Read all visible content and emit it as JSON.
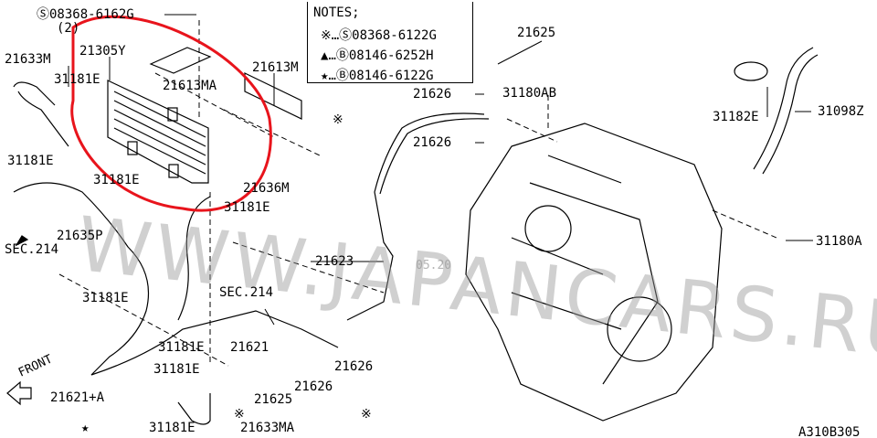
{
  "watermark": {
    "text": "WWW.JAPANCARS.RU",
    "date_fragment": "05.20"
  },
  "notes": {
    "title": "NOTES;",
    "items": [
      {
        "symbol": "※",
        "text": "…Ⓢ08368-6122G"
      },
      {
        "symbol": "▲",
        "text": "…Ⓑ08146-6252H"
      },
      {
        "symbol": "★",
        "text": "…Ⓑ08146-6122G"
      }
    ]
  },
  "labels": {
    "bolt_top": "Ⓢ08368-6162G",
    "bolt_top_qty": "(2)",
    "cooler": "21305Y",
    "hose_21633M": "21633M",
    "clamp_a": "31181E",
    "bracket_21613MA": "21613MA",
    "bracket_21613M": "21613M",
    "clamp_b": "31181E",
    "clamp_c": "31181E",
    "hose_21636M": "21636M",
    "clamp_d": "31181E",
    "hose_21635P": "21635P",
    "sec_left": "SEC.214",
    "clamp_e": "31181E",
    "sec_mid": "SEC.214",
    "tube_21621": "21621",
    "clamp_f": "31181E",
    "clamp_g": "31181E",
    "washer_mid": "21626",
    "bolt_mid": "21625",
    "washer_lower": "21626",
    "tube_21621A": "21621+A",
    "front": "FRONT",
    "clamp_h": "31181E",
    "hose_21633MA": "21633MA",
    "tube_21623": "21623",
    "bolt_right": "21625",
    "washer_right_top": "21626",
    "connector_31180AB": "31180AB",
    "washer_right_bottom": "21626",
    "clamp_31182E": "31182E",
    "hose_31098Z": "31098Z",
    "connector_31180A": "31180A",
    "diagram_code": "A310B305",
    "star": "★",
    "mark_a": "※",
    "mark_b": "※",
    "mark_c": "※"
  },
  "colors": {
    "highlight": "#e8141c",
    "line": "#000000"
  }
}
